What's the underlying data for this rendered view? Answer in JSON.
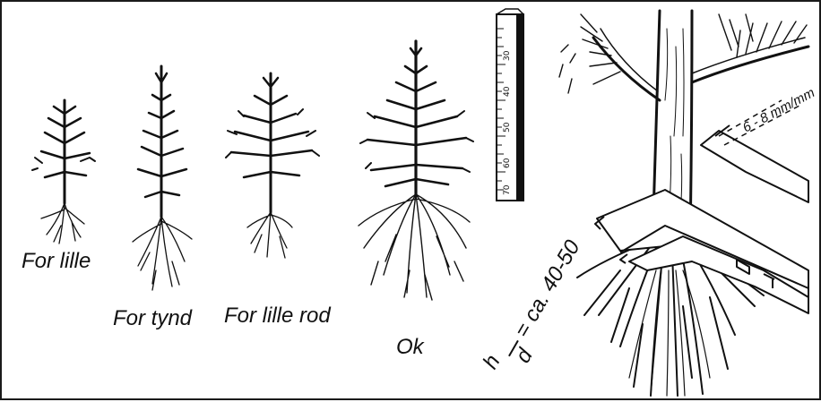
{
  "labels": {
    "for_lille": "For lille",
    "for_tynd": "For tynd",
    "for_lille_rod": "For lille rod",
    "ok": "Ok",
    "ratio_h": "h",
    "ratio_d": "d",
    "ratio_value": "= ca. 40-50",
    "caliper_reading": "6 - 8 mm/mm"
  },
  "ruler_ticks": [
    "30",
    "40",
    "50",
    "60",
    "70"
  ],
  "colors": {
    "ink": "#111111",
    "paper": "#ffffff"
  }
}
